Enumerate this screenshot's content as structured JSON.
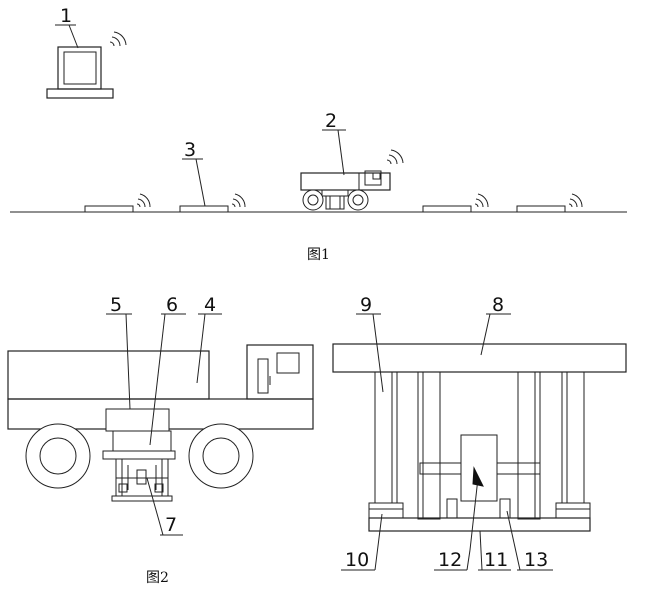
{
  "figures": {
    "fig1": {
      "caption": "图1",
      "labels": {
        "computer": "1",
        "vehicle": "2",
        "station": "3"
      }
    },
    "fig2": {
      "caption": "图2",
      "labels": {
        "body": "4",
        "mount": "5",
        "lifter": "6",
        "base": "7",
        "top-plate": "8",
        "column": "9",
        "foot": "10",
        "bottom-plate": "11",
        "slider": "12",
        "stop": "13"
      }
    }
  }
}
